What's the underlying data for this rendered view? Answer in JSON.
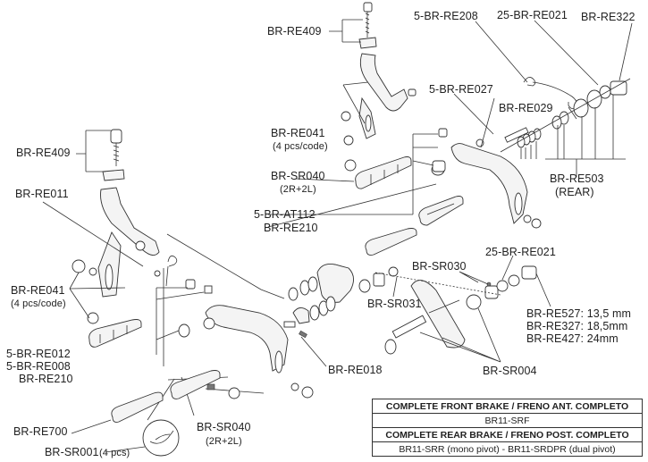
{
  "diagram": {
    "title": "Brake exploded parts diagram",
    "labels": {
      "top_br_re409": "BR-RE409",
      "br_re208": "5-BR-RE208",
      "br_re021_top": "25-BR-RE021",
      "br_re322": "BR-RE322",
      "br_re027": "5-BR-RE027",
      "br_re029": "BR-RE029",
      "top_br_re041": "BR-RE041",
      "top_br_re041_sub": "(4 pcs/code)",
      "top_br_sr040": "BR-SR040",
      "top_br_sr040_sub": "(2R+2L)",
      "br_re503": "BR-RE503",
      "br_re503_sub": "(REAR)",
      "br_at112": "5-BR-AT112",
      "top_br_re210": "BR-RE210",
      "left_br_re409": "BR-RE409",
      "br_re011": "BR-RE011",
      "br_re021_mid": "25-BR-RE021",
      "br_sr030": "BR-SR030",
      "br_sr031": "BR-SR031",
      "left_br_re041": "BR-RE041",
      "left_br_re041_sub": "(4 pcs/code)",
      "br_re527": "BR-RE527: 13,5 mm",
      "br_re327": "BR-RE327: 18,5mm",
      "br_re427": "BR-RE427: 24mm",
      "br_re012": "5-BR-RE012",
      "br_re008": "5-BR-RE008",
      "br_re018": "BR-RE018",
      "bottom_br_re210": "BR-RE210",
      "br_sr004": "BR-SR004",
      "br_re700": "BR-RE700",
      "bottom_br_sr040": "BR-SR040",
      "bottom_br_sr040_sub": "(2R+2L)",
      "br_sr001": "BR-SR001",
      "br_sr001_sub": "(4 pcs)"
    },
    "table": {
      "front_header": "COMPLETE FRONT BRAKE / FRENO ANT. COMPLETO",
      "front_code": "BR11-SRF",
      "rear_header": "COMPLETE REAR BRAKE / FRENO POST. COMPLETO",
      "rear_code": "BR11-SRR (mono pivot) - BR11-SRDPR (dual pivot)"
    }
  }
}
